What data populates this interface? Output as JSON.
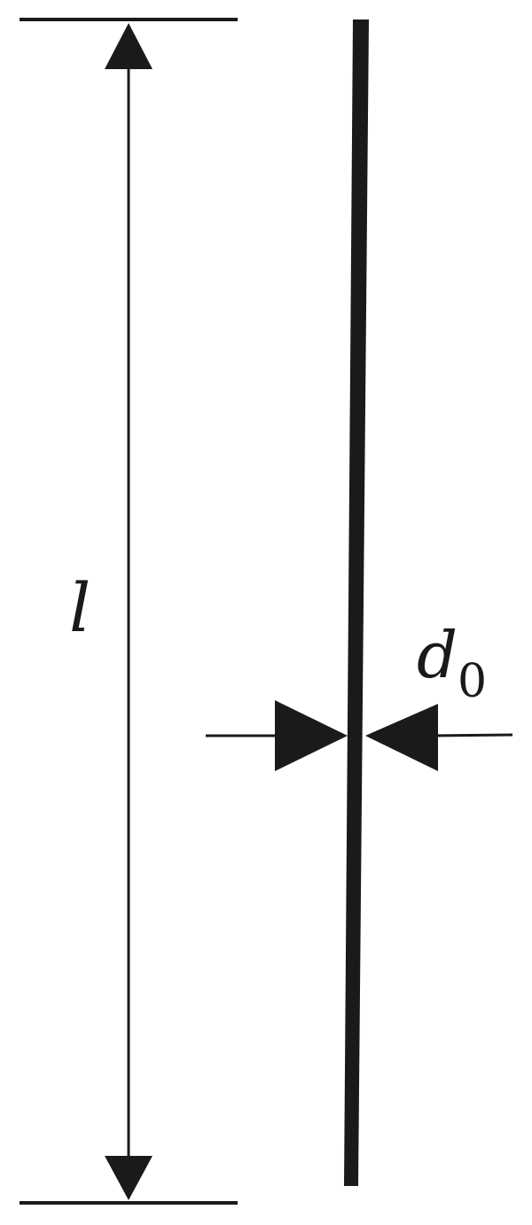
{
  "diagram": {
    "length_symbol": "l",
    "diameter_symbol": "d",
    "diameter_subscript": "0",
    "stroke_color": "#1a1a1a",
    "background_color": "#ffffff"
  }
}
